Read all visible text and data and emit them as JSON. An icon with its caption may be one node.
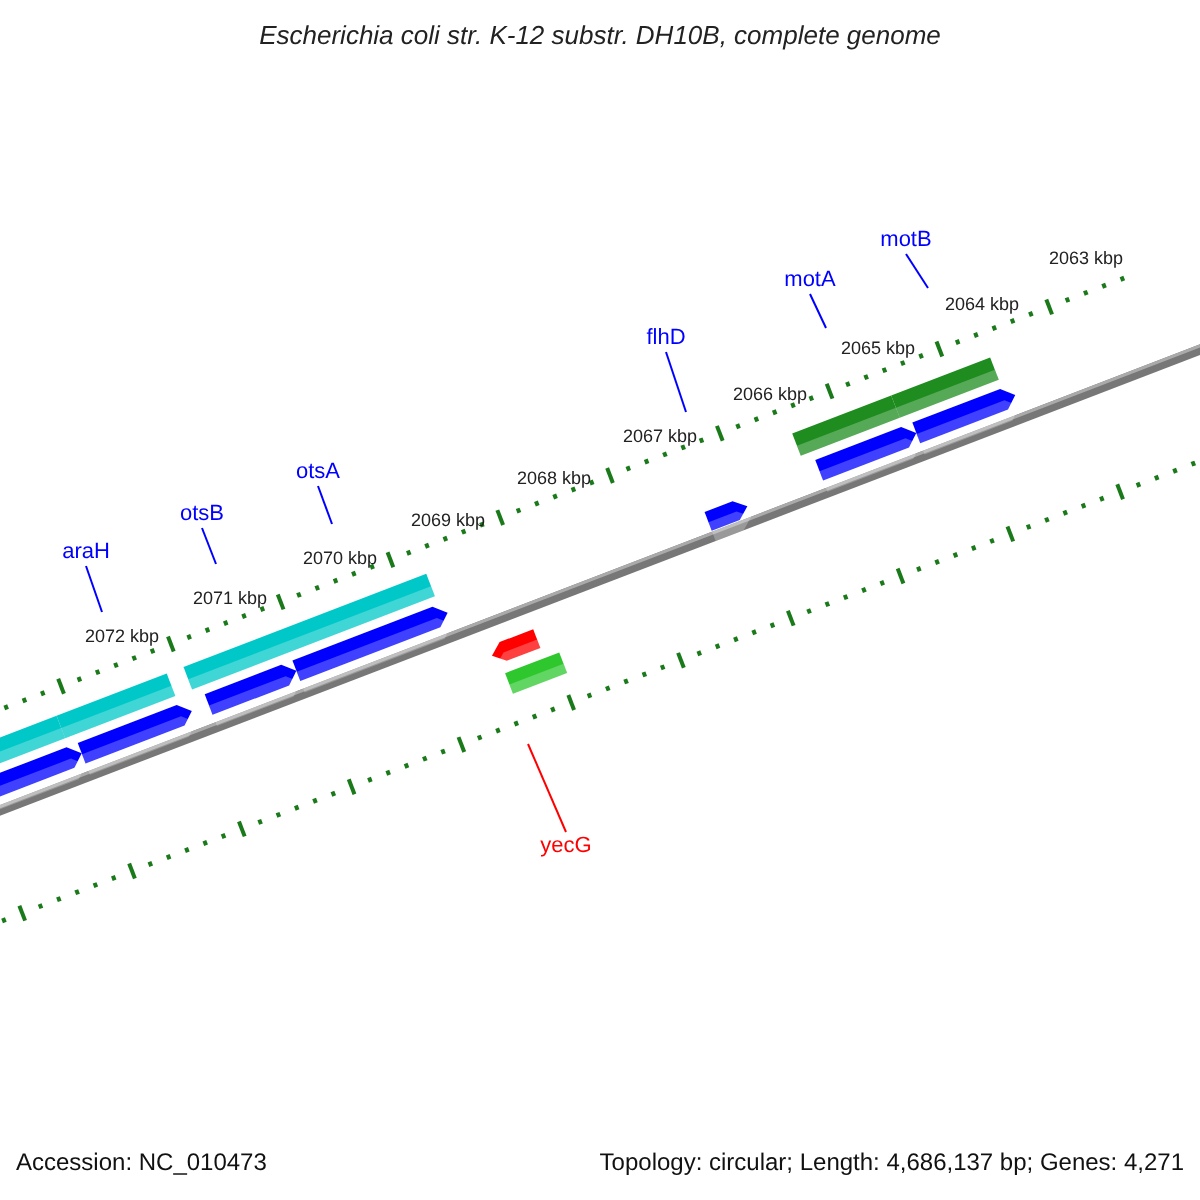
{
  "diagram": {
    "title": "Escherichia coli str. K-12 substr. DH10B, complete genome",
    "nodes": [
      {
        "text": [
          "motB"
        ]
      },
      {
        "text": [
          "motA"
        ]
      },
      {
        "text": [
          "flhD"
        ]
      },
      {
        "text": [
          "otsA"
        ]
      },
      {
        "text": [
          "otsB"
        ]
      },
      {
        "text": [
          "araH"
        ]
      },
      {
        "text": [
          "yecG"
        ]
      }
    ],
    "edges": [
      {
        "from": 0,
        "to": null,
        "arrow": "none"
      },
      {
        "from": 1,
        "to": null,
        "arrow": "none"
      },
      {
        "from": 2,
        "to": null,
        "arrow": "none"
      },
      {
        "from": 3,
        "to": null,
        "arrow": "none"
      },
      {
        "from": 4,
        "to": null,
        "arrow": "none"
      },
      {
        "from": 5,
        "to": null,
        "arrow": "none"
      },
      {
        "from": 6,
        "to": null,
        "arrow": "none",
        "color": "#ff0000"
      }
    ],
    "labels": [
      "2063 kbp",
      "2064 kbp",
      "2065 kbp",
      "2066 kbp",
      "2067 kbp",
      "2068 kbp",
      "2069 kbp",
      "2070 kbp",
      "2071 kbp",
      "2072 kbp",
      "Accession: NC_010473",
      "Topology: circular; Length: 4,686,137 bp; Genes: 4,271"
    ]
  }
}
